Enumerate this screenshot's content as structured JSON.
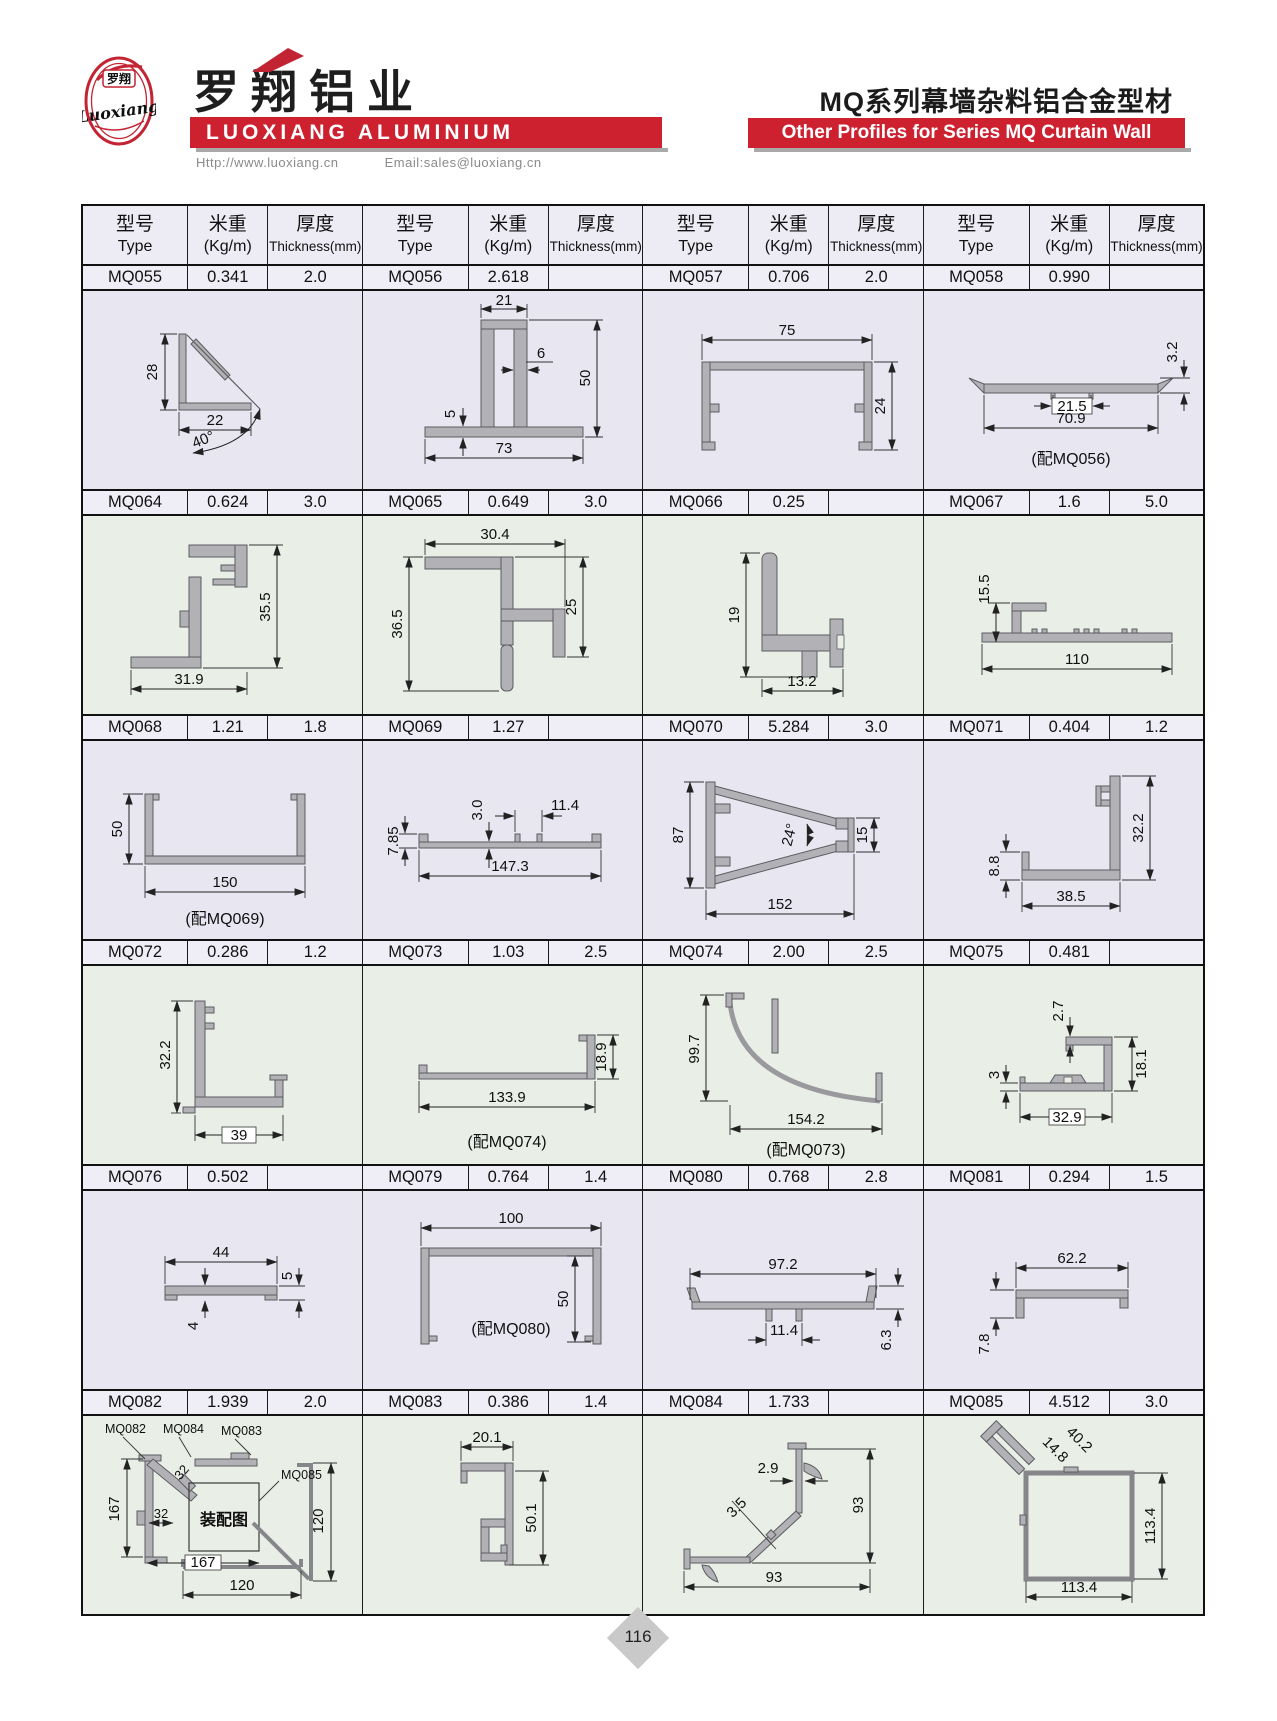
{
  "header": {
    "logo_badge": "罗翔",
    "logo_script": "Luoxiang",
    "company_cn": "罗翔铝业",
    "company_en": "LUOXIANG ALUMINIUM",
    "website": "Http://www.luoxiang.cn",
    "email": "Email:sales@luoxiang.cn",
    "series_title_cn": "MQ系列幕墙杂料铝合金型材",
    "series_title_en": "Other Profiles for Series MQ Curtain Wall"
  },
  "table": {
    "col_headers": {
      "type_cn": "型号",
      "type_en": "Type",
      "weight_cn": "米重",
      "weight_en": "(Kg/m)",
      "thick_cn": "厚度",
      "thick_en": "Thickness(mm)"
    },
    "rows": [
      {
        "cells": [
          {
            "type": "MQ055",
            "weight": "0.341",
            "thickness": "2.0",
            "dims": [
              "28",
              "22",
              "40°"
            ]
          },
          {
            "type": "MQ056",
            "weight": "2.618",
            "thickness": "",
            "dims": [
              "21",
              "6",
              "50",
              "5",
              "73"
            ]
          },
          {
            "type": "MQ057",
            "weight": "0.706",
            "thickness": "2.0",
            "dims": [
              "75",
              "24"
            ]
          },
          {
            "type": "MQ058",
            "weight": "0.990",
            "thickness": "",
            "dims": [
              "3.2",
              "21.5",
              "70.9"
            ],
            "note": "(配MQ056)"
          }
        ]
      },
      {
        "cells": [
          {
            "type": "MQ064",
            "weight": "0.624",
            "thickness": "3.0",
            "dims": [
              "35.5",
              "31.9"
            ]
          },
          {
            "type": "MQ065",
            "weight": "0.649",
            "thickness": "3.0",
            "dims": [
              "30.4",
              "36.5",
              "25"
            ]
          },
          {
            "type": "MQ066",
            "weight": "0.25",
            "thickness": "",
            "dims": [
              "19",
              "13.2"
            ]
          },
          {
            "type": "MQ067",
            "weight": "1.6",
            "thickness": "5.0",
            "dims": [
              "15.5",
              "110"
            ]
          }
        ]
      },
      {
        "cells": [
          {
            "type": "MQ068",
            "weight": "1.21",
            "thickness": "1.8",
            "dims": [
              "50",
              "150"
            ],
            "note": "(配MQ069)"
          },
          {
            "type": "MQ069",
            "weight": "1.27",
            "thickness": "",
            "dims": [
              "3.0",
              "11.4",
              "7.85",
              "147.3"
            ]
          },
          {
            "type": "MQ070",
            "weight": "5.284",
            "thickness": "3.0",
            "dims": [
              "87",
              "24°",
              "15",
              "152"
            ]
          },
          {
            "type": "MQ071",
            "weight": "0.404",
            "thickness": "1.2",
            "dims": [
              "32.2",
              "8.8",
              "38.5"
            ]
          }
        ]
      },
      {
        "cells": [
          {
            "type": "MQ072",
            "weight": "0.286",
            "thickness": "1.2",
            "dims": [
              "32.2",
              "39"
            ]
          },
          {
            "type": "MQ073",
            "weight": "1.03",
            "thickness": "2.5",
            "dims": [
              "18.9",
              "133.9"
            ],
            "note": "(配MQ074)"
          },
          {
            "type": "MQ074",
            "weight": "2.00",
            "thickness": "2.5",
            "dims": [
              "99.7",
              "154.2"
            ],
            "note": "(配MQ073)"
          },
          {
            "type": "MQ075",
            "weight": "0.481",
            "thickness": "",
            "dims": [
              "2.7",
              "18.1",
              "3",
              "32.9"
            ]
          }
        ]
      },
      {
        "cells": [
          {
            "type": "MQ076",
            "weight": "0.502",
            "thickness": "",
            "dims": [
              "44",
              "5",
              "4"
            ]
          },
          {
            "type": "MQ079",
            "weight": "0.764",
            "thickness": "1.4",
            "dims": [
              "100",
              "50"
            ],
            "note": "(配MQ080)"
          },
          {
            "type": "MQ080",
            "weight": "0.768",
            "thickness": "2.8",
            "dims": [
              "97.2",
              "11.4",
              "6.3"
            ]
          },
          {
            "type": "MQ081",
            "weight": "0.294",
            "thickness": "1.5",
            "dims": [
              "62.2",
              "7.8"
            ]
          }
        ]
      },
      {
        "cells": [
          {
            "type": "MQ082",
            "weight": "1.939",
            "thickness": "2.0",
            "dims": [
              "167",
              "167",
              "120",
              "120",
              "32",
              "32"
            ],
            "labels": [
              "MQ082",
              "MQ084",
              "MQ083",
              "MQ085"
            ],
            "caption": "装配图"
          },
          {
            "type": "MQ083",
            "weight": "0.386",
            "thickness": "1.4",
            "dims": [
              "20.1",
              "50.1"
            ]
          },
          {
            "type": "MQ084",
            "weight": "1.733",
            "thickness": "",
            "dims": [
              "2.9",
              "3.5",
              "93",
              "93"
            ]
          },
          {
            "type": "MQ085",
            "weight": "4.512",
            "thickness": "3.0",
            "dims": [
              "40.2",
              "14.8",
              "113.4",
              "113.4"
            ]
          }
        ]
      }
    ]
  },
  "footer": {
    "page_number": "116"
  },
  "colors": {
    "accent_red": "#cd2130",
    "row_lavender": "#e8e6f1",
    "row_green": "#e9efe7",
    "profile_gray": "#b2b2b6"
  }
}
